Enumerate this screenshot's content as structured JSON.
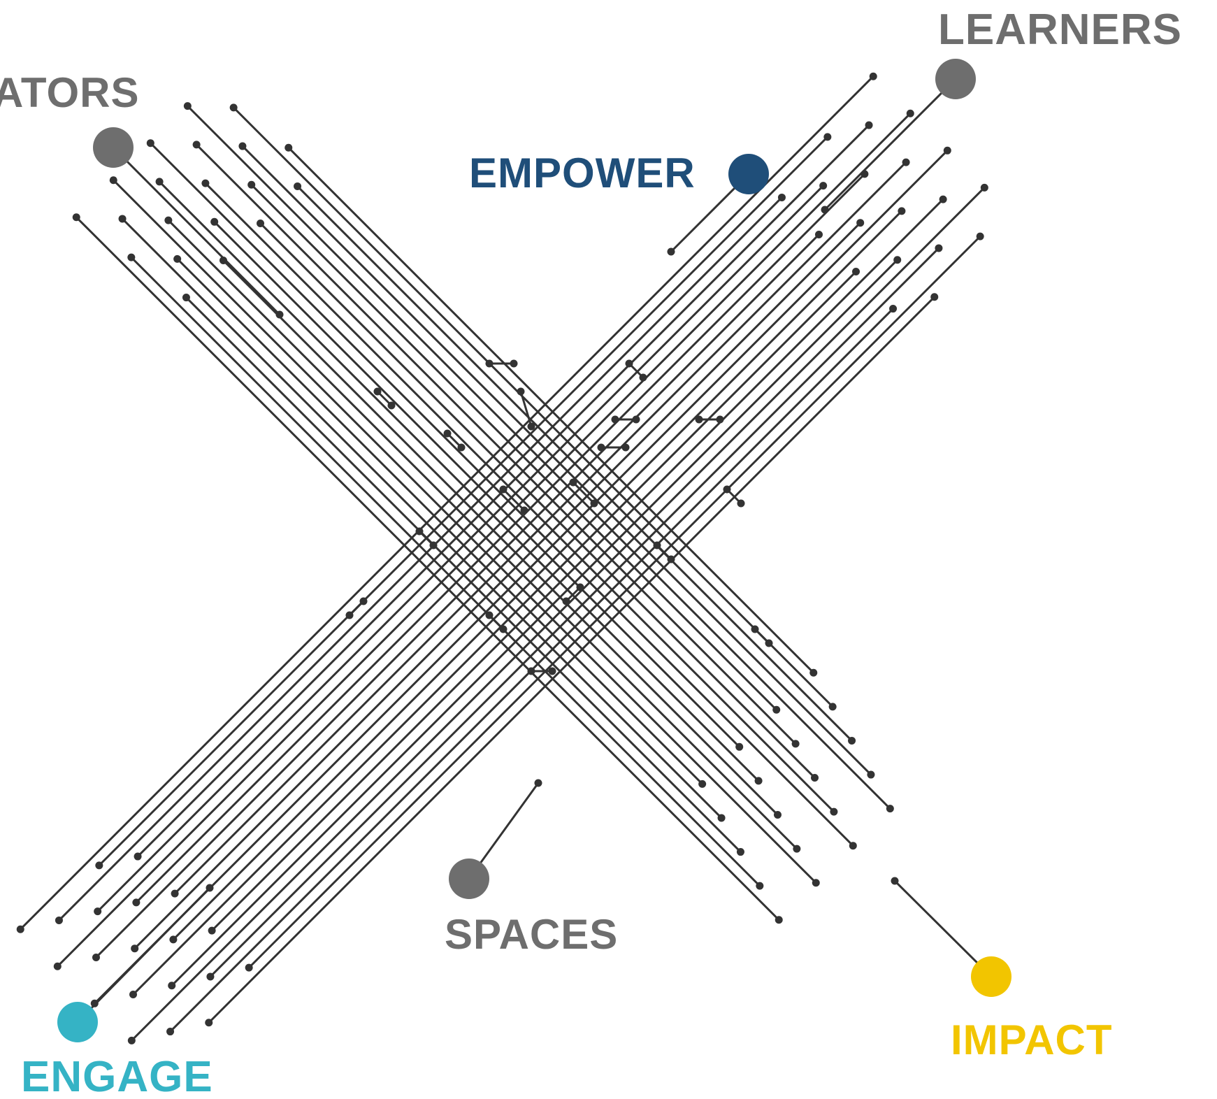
{
  "nodes": [
    {
      "id": "educators",
      "text": "ATORS",
      "color": "#6e6e6e"
    },
    {
      "id": "learners",
      "text": "LEARNERS",
      "color": "#6e6e6e"
    },
    {
      "id": "empower",
      "text": "EMPOWER",
      "color": "#1f4e79"
    },
    {
      "id": "spaces",
      "text": "SPACES",
      "color": "#6e6e6e"
    },
    {
      "id": "engage",
      "text": "ENGAGE",
      "color": "#35b3c5"
    },
    {
      "id": "impact",
      "text": "IMPACT",
      "color": "#f2c500"
    }
  ],
  "circuit_color": "#333333"
}
